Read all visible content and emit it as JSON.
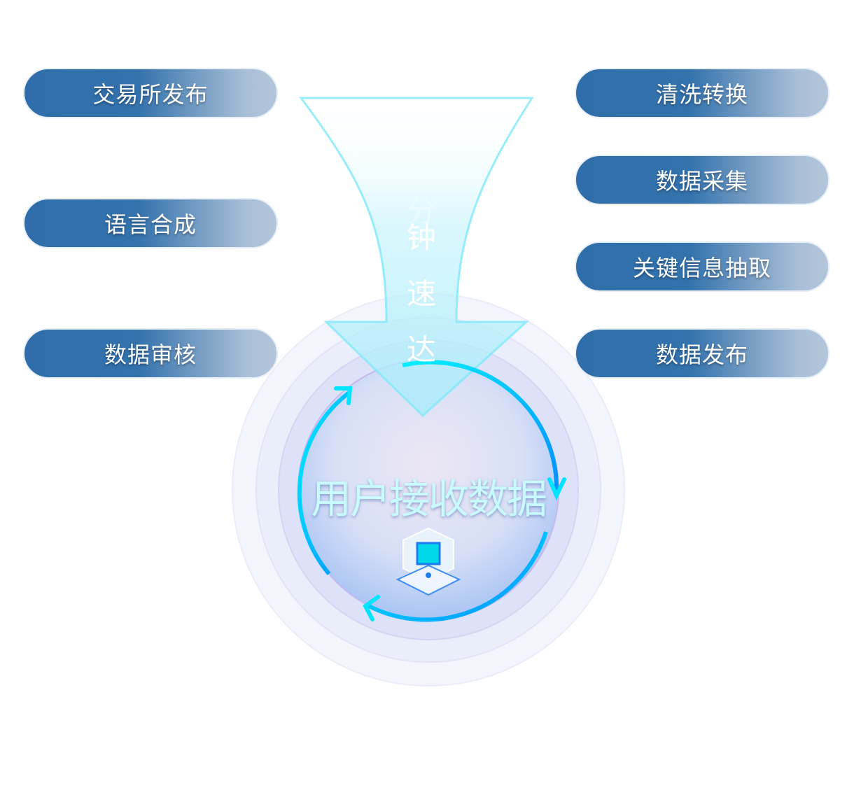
{
  "left_items": [
    {
      "label": "交易所发布"
    },
    {
      "label": "语言合成"
    },
    {
      "label": "数据审核"
    }
  ],
  "right_items": [
    {
      "label": "清洗转换"
    },
    {
      "label": "数据采集"
    },
    {
      "label": "关键信息抽取"
    },
    {
      "label": "数据发布"
    }
  ],
  "arrow_text": [
    "分",
    "钟",
    "速",
    "达"
  ],
  "center": {
    "title": "用户接收数据",
    "icon": "data-cube-icon"
  },
  "colors": {
    "pill_start": "#2f6eaa",
    "pill_end": "#a9bfd6",
    "cycle_arrow": "#00e5ff"
  }
}
